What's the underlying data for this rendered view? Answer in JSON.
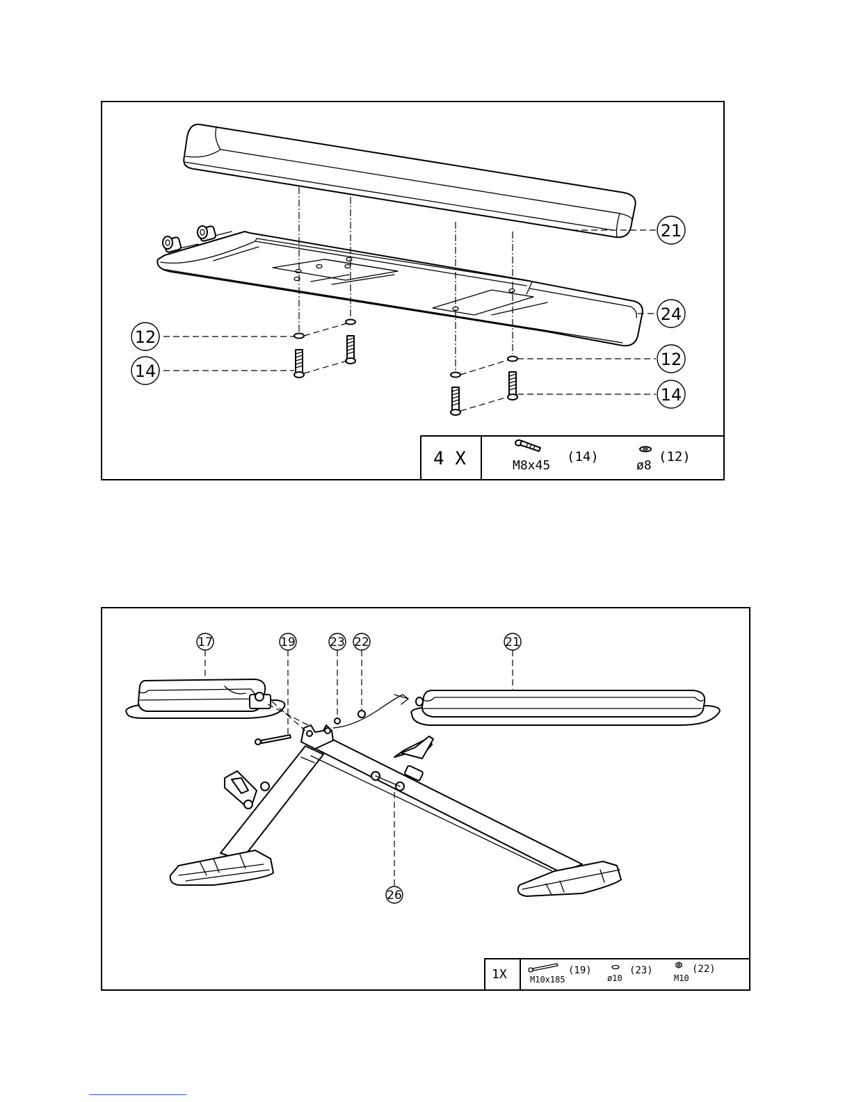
{
  "panel_1": {
    "callouts": {
      "c21": "21",
      "c24": "24",
      "c12_left": "12",
      "c14_left": "14",
      "c12_right": "12",
      "c14_right": "14"
    },
    "hardware": {
      "quantity": "4 X",
      "bolt_size": "M8x45",
      "bolt_ref": "(14)",
      "washer_size": "ø8",
      "washer_ref": "(12)"
    }
  },
  "panel_2": {
    "callouts": {
      "c17": "17",
      "c19": "19",
      "c23": "23",
      "c22": "22",
      "c21": "21",
      "c26": "26"
    },
    "hardware": {
      "quantity": "1X",
      "bolt_size": "M10x185",
      "bolt_ref": "(19)",
      "washer_size": "ø10",
      "washer_ref": "(23)",
      "nut_size": "M10",
      "nut_ref": "(22)"
    }
  }
}
